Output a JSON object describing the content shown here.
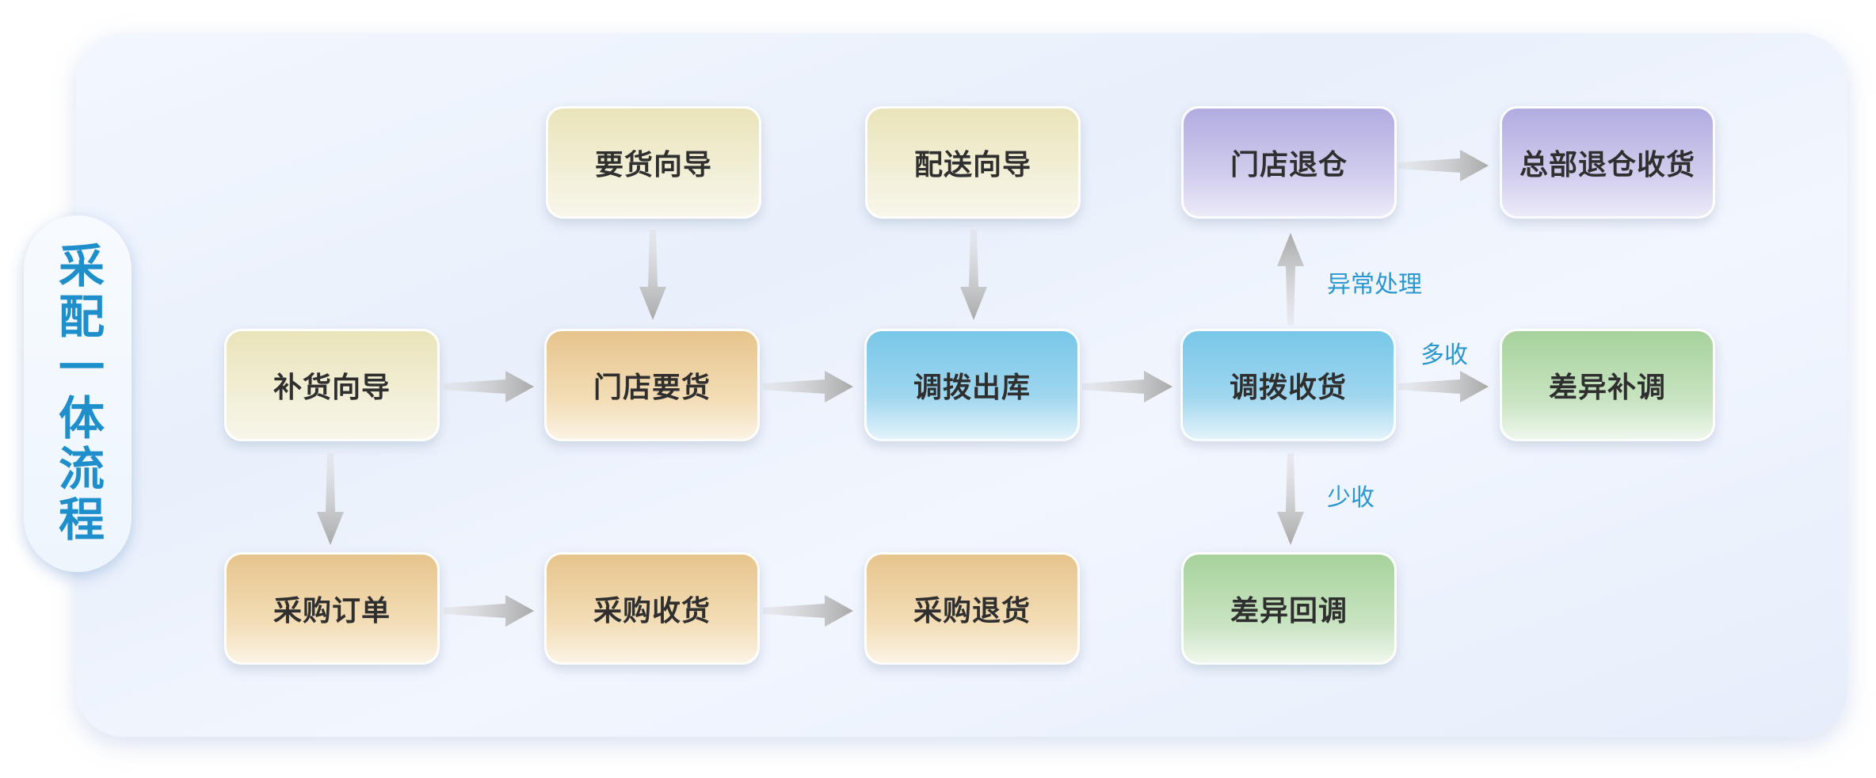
{
  "title": "采配一体流程",
  "nodes": {
    "replenish_guide": "补货向导",
    "request_guide": "要货向导",
    "delivery_guide": "配送向导",
    "store_return": "门店退仓",
    "hq_return_receive": "总部退仓收货",
    "store_request": "门店要货",
    "transfer_out": "调拨出库",
    "transfer_receive": "调拨收货",
    "variance_adjust": "差异补调",
    "purchase_order": "采购订单",
    "purchase_receive": "采购收货",
    "purchase_return": "采购退货",
    "variance_rollback": "差异回调"
  },
  "edge_labels": {
    "exception": "异常处理",
    "over_receive": "多收",
    "under_receive": "少收"
  },
  "colors": {
    "title": "#1e8fca",
    "edge_label": "#2a97cf",
    "arrow": "#a9a9a9"
  }
}
